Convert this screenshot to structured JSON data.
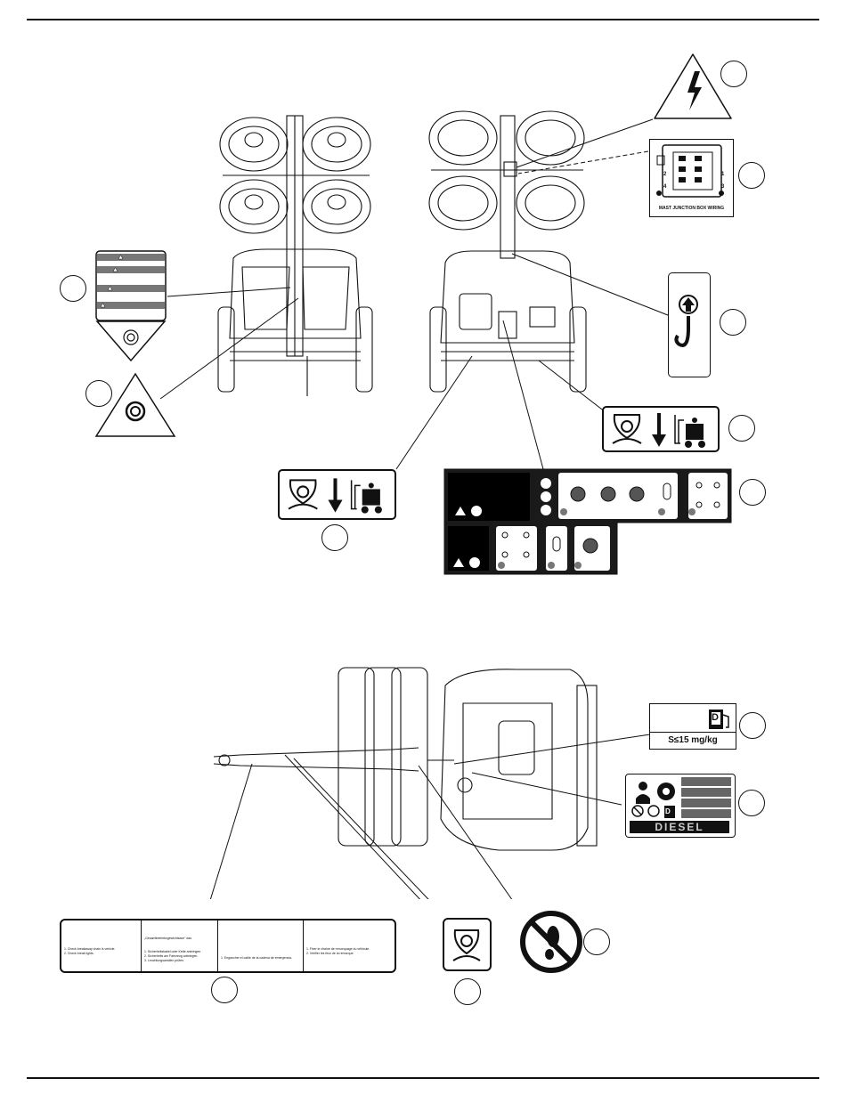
{
  "decals": {
    "junction_box": {
      "caption": "MAST JUNCTION BOX WIRING",
      "terminals": [
        "1",
        "2",
        "3",
        "4"
      ]
    },
    "fuel_spec": {
      "label": "S≤15 mg/kg",
      "symbol": "D"
    },
    "fuel_type": {
      "label": "DIESEL",
      "symbol": "D"
    },
    "towing_instructions": {
      "columns": [
        {
          "lines": [
            "",
            "",
            "1. Check breakaway chain is vehicle.",
            "2. Check break lights."
          ]
        },
        {
          "lines": [
            "„Gesamtbetriebsgewichtsaxe\" das",
            "",
            "1. Sicherheitskabel oder Kette anbringen.",
            "2. Sicherheits am Fahrzeug anbringen.",
            "3. Leuchtungsanstlen prüfen."
          ]
        },
        {
          "lines": [
            "",
            "",
            "",
            "1. Engancher el cable de la cadena de emergencia."
          ]
        },
        {
          "lines": [
            "",
            "",
            "1. Fixer le chaîne de remorquage du véhicule.",
            "2. Vérifier les feux de la remorque."
          ]
        }
      ]
    }
  },
  "colors": {
    "ink": "#111111",
    "decal_grey": "#777777",
    "panel_dark": "#1a1a1a"
  },
  "icons": [
    "high-voltage-icon",
    "lifting-hook-icon",
    "forklift-tie-down-icon",
    "no-step-icon",
    "earth-ground-icon",
    "power-symbol-icon",
    "fuel-pump-icon"
  ]
}
